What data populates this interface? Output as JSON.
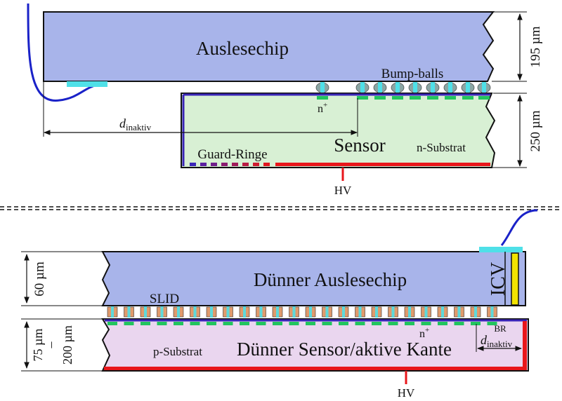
{
  "top": {
    "chip_label": "Auslesechip",
    "bump_label": "Bump-balls",
    "nplus_label": "n",
    "nplus_sup": "+",
    "d_label": "d",
    "d_sub": "inaktiv",
    "sensor_label": "Sensor",
    "substrate_label": "n-Substrat",
    "guard_label": "Guard-Ringe",
    "hv_label": "HV",
    "dim_chip": "195 µm",
    "dim_sensor": "250 µm"
  },
  "bottom": {
    "chip_label": "Dünner Auslesechip",
    "icv_label": "ICV",
    "slid_label": "SLID",
    "substrate_label": "p-Substrat",
    "sensor_label": "Dünner Sensor/aktive Kante",
    "nplus_label": "n",
    "nplus_sup": "+",
    "br_label": "BR",
    "d_label": "d",
    "d_sub": "inaktiv",
    "hv_label": "HV",
    "dim_chip": "60 µm",
    "dim_sensor_a": "75 µm",
    "dim_sensor_sep": "–",
    "dim_sensor_b": "200 µm"
  },
  "colors": {
    "chip": "#a8b4ea",
    "sensor_top": "#d8f0d4",
    "sensor_bottom": "#ead6ef",
    "bump": "#8aa6a4",
    "pad": "#22c55e",
    "implant": "#3a25b8",
    "hv": "#e8161b",
    "cyan": "#4fe0e8",
    "wire": "#1a22c8",
    "icv": "#f2e300",
    "slid": "#e09a6c"
  }
}
